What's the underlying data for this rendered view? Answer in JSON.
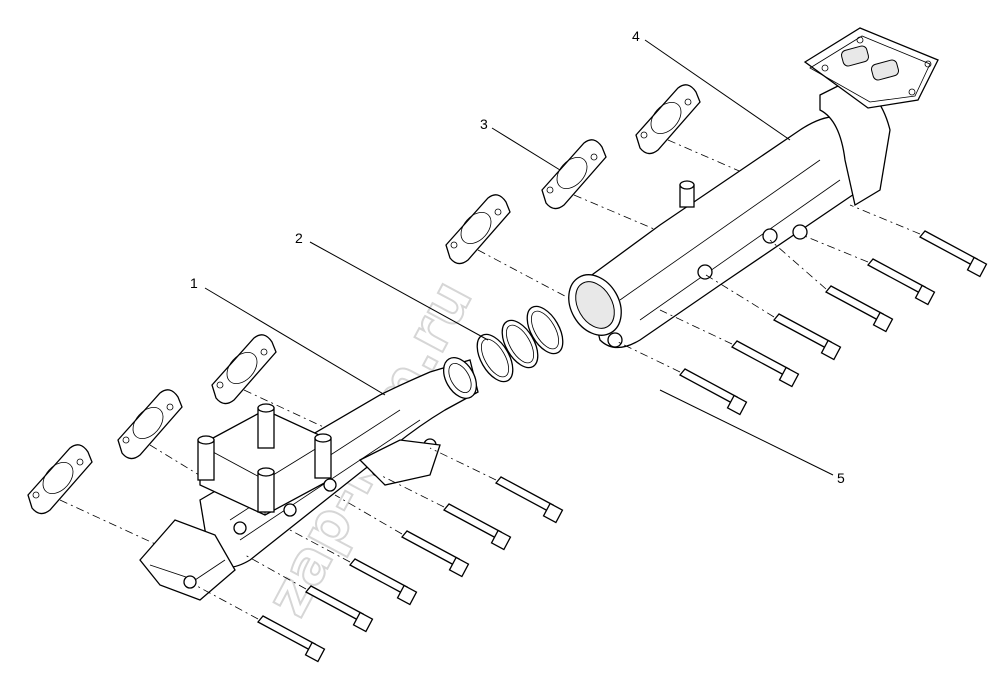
{
  "callouts": [
    {
      "id": "1",
      "label": "1"
    },
    {
      "id": "2",
      "label": "2"
    },
    {
      "id": "3",
      "label": "3"
    },
    {
      "id": "4",
      "label": "4"
    },
    {
      "id": "5",
      "label": "5"
    }
  ],
  "watermark": "zap-kam.ru"
}
